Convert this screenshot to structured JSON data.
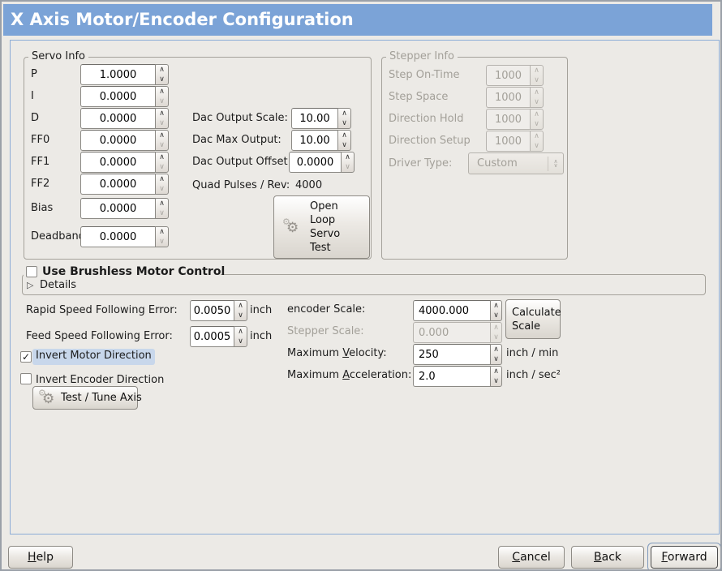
{
  "window": {
    "title": "X Axis Motor/Encoder Configuration"
  },
  "colors": {
    "titlebar_bg": "#7ba3d7",
    "window_bg": "#eceae6",
    "panel_border": "#8cacd6",
    "focus_highlight": "#c8d7eb",
    "disabled_text": "#a3a099"
  },
  "icons": {
    "spin_up": "∧",
    "spin_down": "∨",
    "gear": "⚙",
    "expander": "▷",
    "check": "✓"
  },
  "servo": {
    "legend": "Servo Info",
    "params": [
      {
        "label": "P",
        "value": "1.0000"
      },
      {
        "label": "I",
        "value": "0.0000"
      },
      {
        "label": "D",
        "value": "0.0000"
      },
      {
        "label": "FF0",
        "value": "0.0000"
      },
      {
        "label": "FF1",
        "value": "0.0000"
      },
      {
        "label": "FF2",
        "value": "0.0000"
      },
      {
        "label": "Bias",
        "value": "0.0000"
      },
      {
        "label": "Deadband",
        "value": "0.0000"
      }
    ],
    "dac": [
      {
        "label": "Dac Output Scale:",
        "value": "10.00"
      },
      {
        "label": "Dac Max Output:",
        "value": "10.00"
      },
      {
        "label": "Dac Output Offset:",
        "value": "0.0000"
      }
    ],
    "quad": {
      "label": "Quad Pulses / Rev:",
      "value": "4000"
    },
    "open_loop_lines": [
      "Open",
      "Loop",
      "Servo",
      "Test"
    ]
  },
  "stepper": {
    "legend": "Stepper Info",
    "rows": [
      {
        "label": "Step On-Time",
        "value": "1000"
      },
      {
        "label": "Step Space",
        "value": "1000"
      },
      {
        "label": "Direction Hold",
        "value": "1000"
      },
      {
        "label": "Direction Setup",
        "value": "1000"
      }
    ],
    "driver": {
      "label": "Driver Type:",
      "value": "Custom"
    }
  },
  "brushless": {
    "label": "Use Brushless Motor Control",
    "details": "Details"
  },
  "following": [
    {
      "label": "Rapid Speed Following Error:",
      "value": "0.0050",
      "unit": "inch"
    },
    {
      "label": "Feed Speed Following Error:",
      "value": "0.0005",
      "unit": "inch"
    }
  ],
  "invert": {
    "motor": "Invert Motor Direction",
    "encoder": "Invert Encoder Direction"
  },
  "test_tune": {
    "label": "Test / Tune Axis"
  },
  "scale": {
    "encoder_label": "encoder Scale:",
    "encoder_value": "4000.000",
    "calc_lines": [
      "Calculate",
      "Scale"
    ],
    "stepper_label": "Stepper Scale:",
    "stepper_value": "0.000",
    "velocity": {
      "pre": "Maximum ",
      "mn": "V",
      "rest": "elocity:",
      "value": "250",
      "unit": "inch / min"
    },
    "accel": {
      "pre": "Maximum ",
      "mn": "A",
      "rest": "cceleration:",
      "value": "2.0",
      "unit": "inch / sec²"
    }
  },
  "footer": {
    "help": {
      "mn": "H",
      "rest": "elp"
    },
    "cancel": {
      "mn": "C",
      "rest": "ancel"
    },
    "back": {
      "mn": "B",
      "rest": "ack"
    },
    "forward": {
      "mn": "F",
      "rest": "orward"
    }
  }
}
